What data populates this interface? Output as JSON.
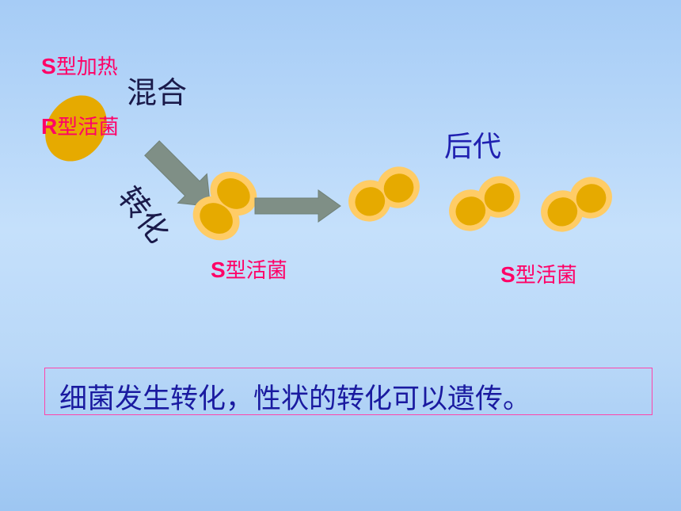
{
  "labels": {
    "s_heated_letter": "S",
    "s_heated_text": "型加热",
    "mix": "混合",
    "r_live_letter": "R",
    "r_live_text": "型活菌",
    "transform": "转化",
    "offspring": "后代",
    "s_live_1_letter": "S",
    "s_live_1_text": "型活菌",
    "s_live_2_letter": "S",
    "s_live_2_text": "型活菌"
  },
  "caption": "细菌发生转化，性状的转化可以遗传。",
  "colors": {
    "background": "#b9d8f8",
    "bacteria_outer": "#ffcc66",
    "bacteria_inner": "#e6aa00",
    "arrow_fill": "#7f8f86",
    "accent_pink": "#ff0066",
    "text_blue": "#2020b0",
    "text_dark": "#1a1a4a"
  }
}
